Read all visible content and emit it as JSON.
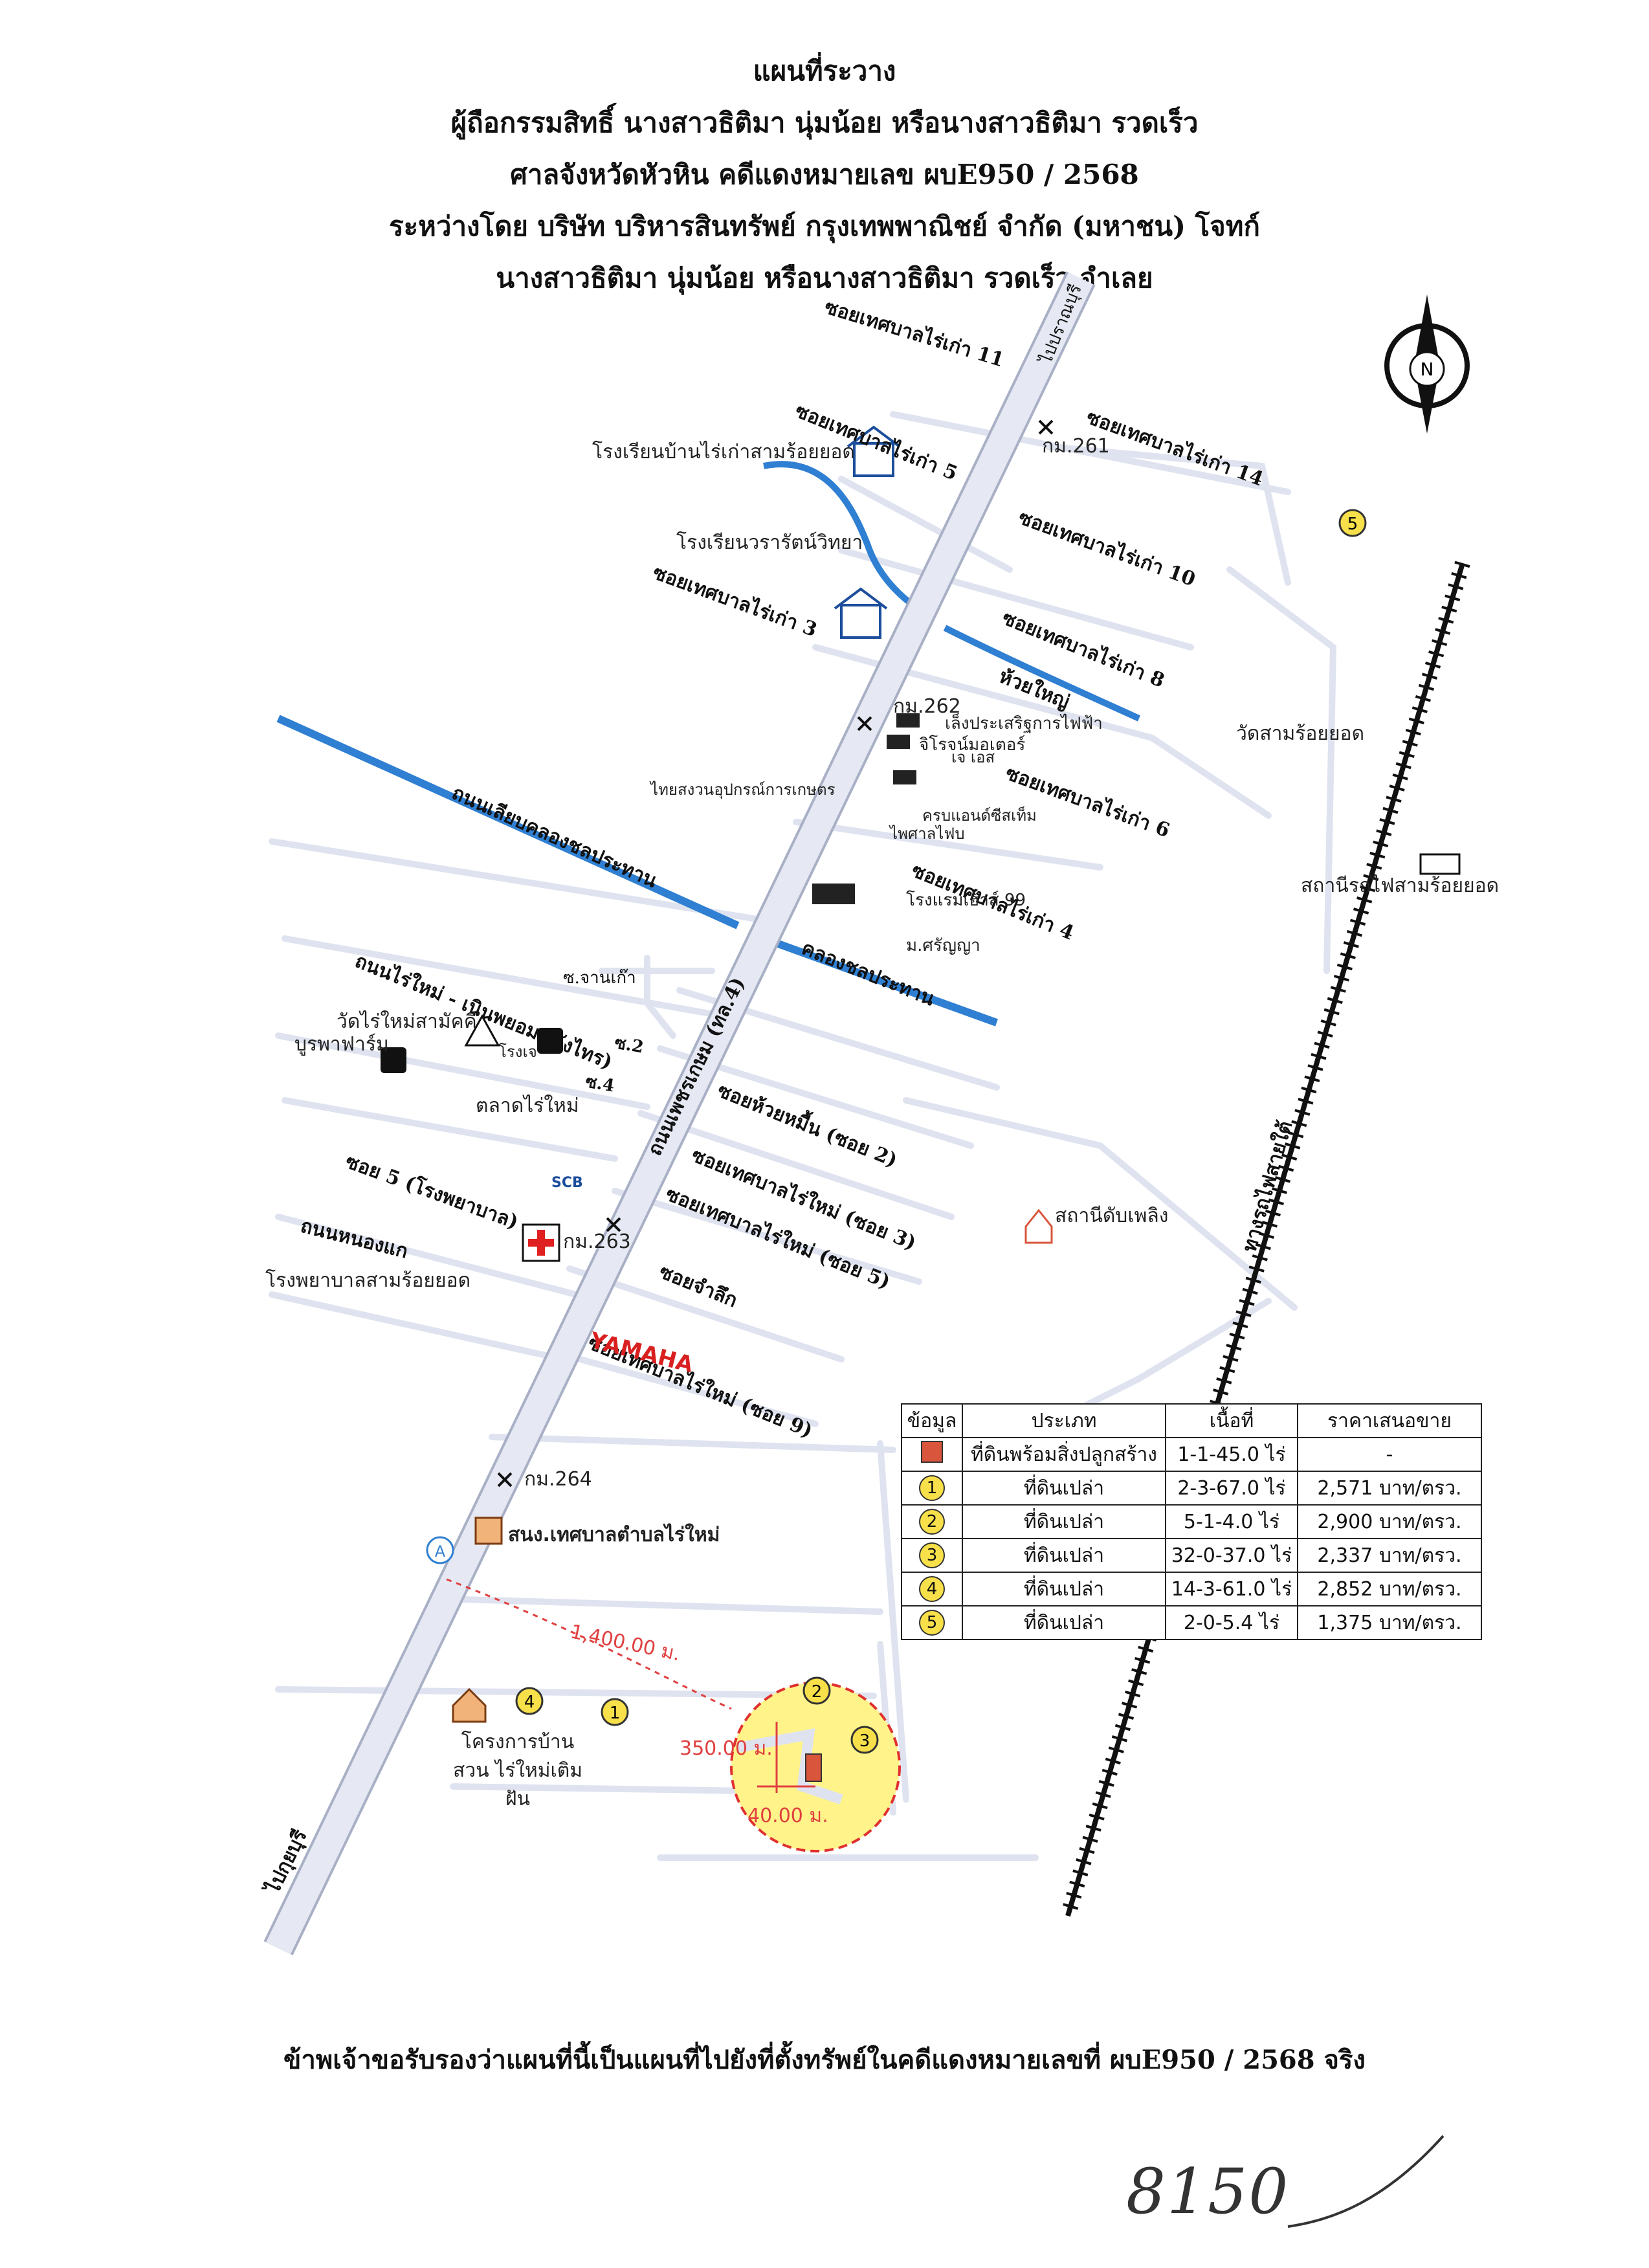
{
  "title": {
    "lines": [
      "แผนที่ระวาง",
      "ผู้ถือกรรมสิทธิ์ นางสาวธิติมา นุ่มน้อย หรือนางสาวธิติมา รวดเร็ว",
      "ศาลจังหวัดหัวหิน คดีแดงหมายเลข ผบE950 / 2568",
      "ระหว่างโดย บริษัท บริหารสินทรัพย์ กรุงเทพพาณิชย์ จำกัด (มหาชน) โจทก์",
      "นางสาวธิติมา นุ่มน้อย หรือนางสาวธิติมา รวดเร็ว จำเลย"
    ]
  },
  "map": {
    "north": "N",
    "roads": {
      "main_road": "ถนนเพชรเกษม (ทล.4)",
      "to_pranburi": "ไปปราณบุรี",
      "to_kuiburi": "ไปกุยบุรี",
      "canal_road": "ถนนเลียบคลองชลประทาน",
      "canal": "คลองชลประทาน",
      "creek": "ห้วยใหญ่",
      "railway": "ทางรถไฟสายใต้",
      "rai_mai_road": "ถนนไร่ใหม่ - เนินพยอม (วังไทร)",
      "nong_kae": "ถนนหนองแก",
      "soi5_hosp": "ซอย 5 (โรงพยาบาล)",
      "soi_2": "ซ.2",
      "soi_4": "ซ.4",
      "soi_chan": "ซ.จานเก๊า",
      "s11": "ซอยเทศบาลไร่เก่า 11",
      "s14": "ซอยเทศบาลไร่เก่า 14",
      "s5": "ซอยเทศบาลไร่เก่า 5",
      "s10": "ซอยเทศบาลไร่เก่า 10",
      "s3": "ซอยเทศบาลไร่เก่า 3",
      "s8": "ซอยเทศบาลไร่เก่า 8",
      "s6": "ซอยเทศบาลไร่เก่า 6",
      "s4": "ซอยเทศบาลไร่เก่า 4",
      "huay": "ซอยห้วยหมื้น (ซอย 2)",
      "rm3": "ซอยเทศบาลไร่ใหม่ (ซอย 3)",
      "rm5": "ซอยเทศบาลไร่ใหม่ (ซอย 5)",
      "jamlik": "ซอยจำลึก",
      "rm9": "ซอยเทศบาลไร่ใหม่ (ซอย 9)"
    },
    "km": {
      "km261": "กม.261",
      "km262": "กม.262",
      "km263": "กม.263",
      "km264": "กม.264"
    },
    "places": {
      "school1": "โรงเรียนบ้านไร่เก่าสามร้อยยอด",
      "school2": "โรงเรียนวรารัตน์วิทยา",
      "shop_electric": "เล็งประเสริฐการไฟฟ้า",
      "motor": "จิโรจน์มอเตอร์",
      "js": "เจ เอส",
      "crab": "ครบแอนด์ซีสเท็ม",
      "agri": "ไทยสงวนอุปกรณ์การเกษตร",
      "paisal": "ไพศาลไฟบ",
      "hotel": "โรงแรมเฮ้าส์ 99",
      "resort": "ม.ศรัญญา",
      "temple_sam": "วัดสามร้อยยอด",
      "station": "สถานีรถไฟสามร้อยยอด",
      "temple_raimai": "วัดไร่ใหม่สามัคคี",
      "burapha": "บูรพาฟาร์ม",
      "school_rong": "โรงเจ",
      "market": "ตลาดไร่ใหม่",
      "hospital": "โรงพยาบาลสามร้อยยอด",
      "fire": "สถานีดับเพลิง",
      "municipal": "สนง.เทศบาลตำบลไร่ใหม่",
      "village": "โครงการบ้านสวน ไร่ใหม่เติมฝัน",
      "scb": "SCB",
      "yamaha": "YAMAHA"
    },
    "distances": {
      "d1400": "1,400.00 ม.",
      "d350": "350.00 ม.",
      "d40": "40.00 ม."
    },
    "markers": [
      "1",
      "2",
      "3",
      "4",
      "5"
    ],
    "point_a": "A"
  },
  "property_table": {
    "headers": [
      "ข้อมูล",
      "ประเภท",
      "เนื้อที่",
      "ราคาเสนอขาย"
    ],
    "rows": [
      {
        "marker": "",
        "type": "ที่ดินพร้อมสิ่งปลูกสร้าง",
        "area": "1-1-45.0 ไร่",
        "price": "-"
      },
      {
        "marker": "1",
        "type": "ที่ดินเปล่า",
        "area": "2-3-67.0 ไร่",
        "price": "2,571 บาท/ตรว."
      },
      {
        "marker": "2",
        "type": "ที่ดินเปล่า",
        "area": "5-1-4.0 ไร่",
        "price": "2,900 บาท/ตรว."
      },
      {
        "marker": "3",
        "type": "ที่ดินเปล่า",
        "area": "32-0-37.0 ไร่",
        "price": "2,337 บาท/ตรว."
      },
      {
        "marker": "4",
        "type": "ที่ดินเปล่า",
        "area": "14-3-61.0 ไร่",
        "price": "2,852 บาท/ตรว."
      },
      {
        "marker": "5",
        "type": "ที่ดินเปล่า",
        "area": "2-0-5.4 ไร่",
        "price": "1,375 บาท/ตรว."
      }
    ]
  },
  "certification": "ข้าพเจ้าขอรับรองว่าแผนที่นี้เป็นแผนที่ไปยังที่ตั้งทรัพย์ในคดีแดงหมายเลขที่ ผบE950 / 2568 จริง",
  "handwritten_note": "8150",
  "colors": {
    "road": "#dfe3f0",
    "road_edge": "#a9b0c6",
    "canal": "#2f7fd2",
    "site": "#fff38a",
    "site_border": "#e03030",
    "marker": "#f7e04a",
    "distance": "#e04040"
  }
}
